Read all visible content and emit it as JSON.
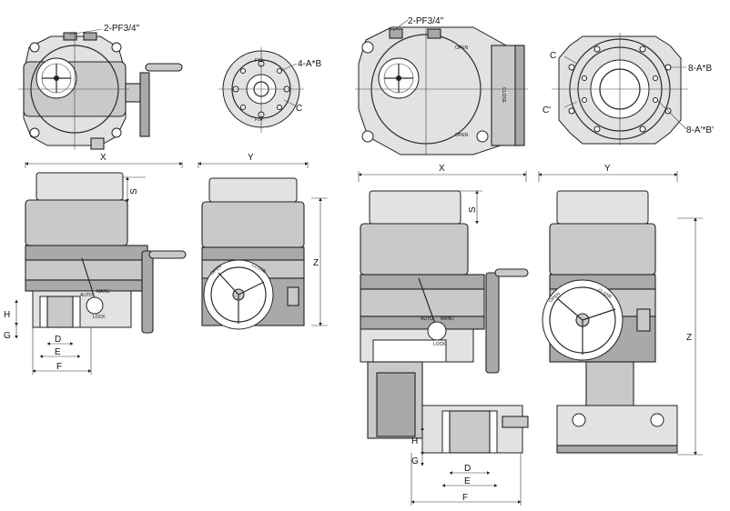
{
  "labels": {
    "pf_note": "2-PF3/4\"",
    "x": "X",
    "y": "Y",
    "z": "Z",
    "s": "S",
    "d": "D",
    "e": "E",
    "f": "F",
    "g": "G",
    "h": "H",
    "c": "C",
    "c_prime": "C'",
    "bolt_4": "4-A*B",
    "bolt_8": "8-A*B",
    "bolt_8_prime": "8-A'*B'",
    "flange_f12": "F12",
    "flange_f14": "F14",
    "flange_f1": "F1",
    "open": "OPEN",
    "close": "CLOSE",
    "auto": "AUTO",
    "manu": "MANU",
    "lock": "LOCK"
  }
}
